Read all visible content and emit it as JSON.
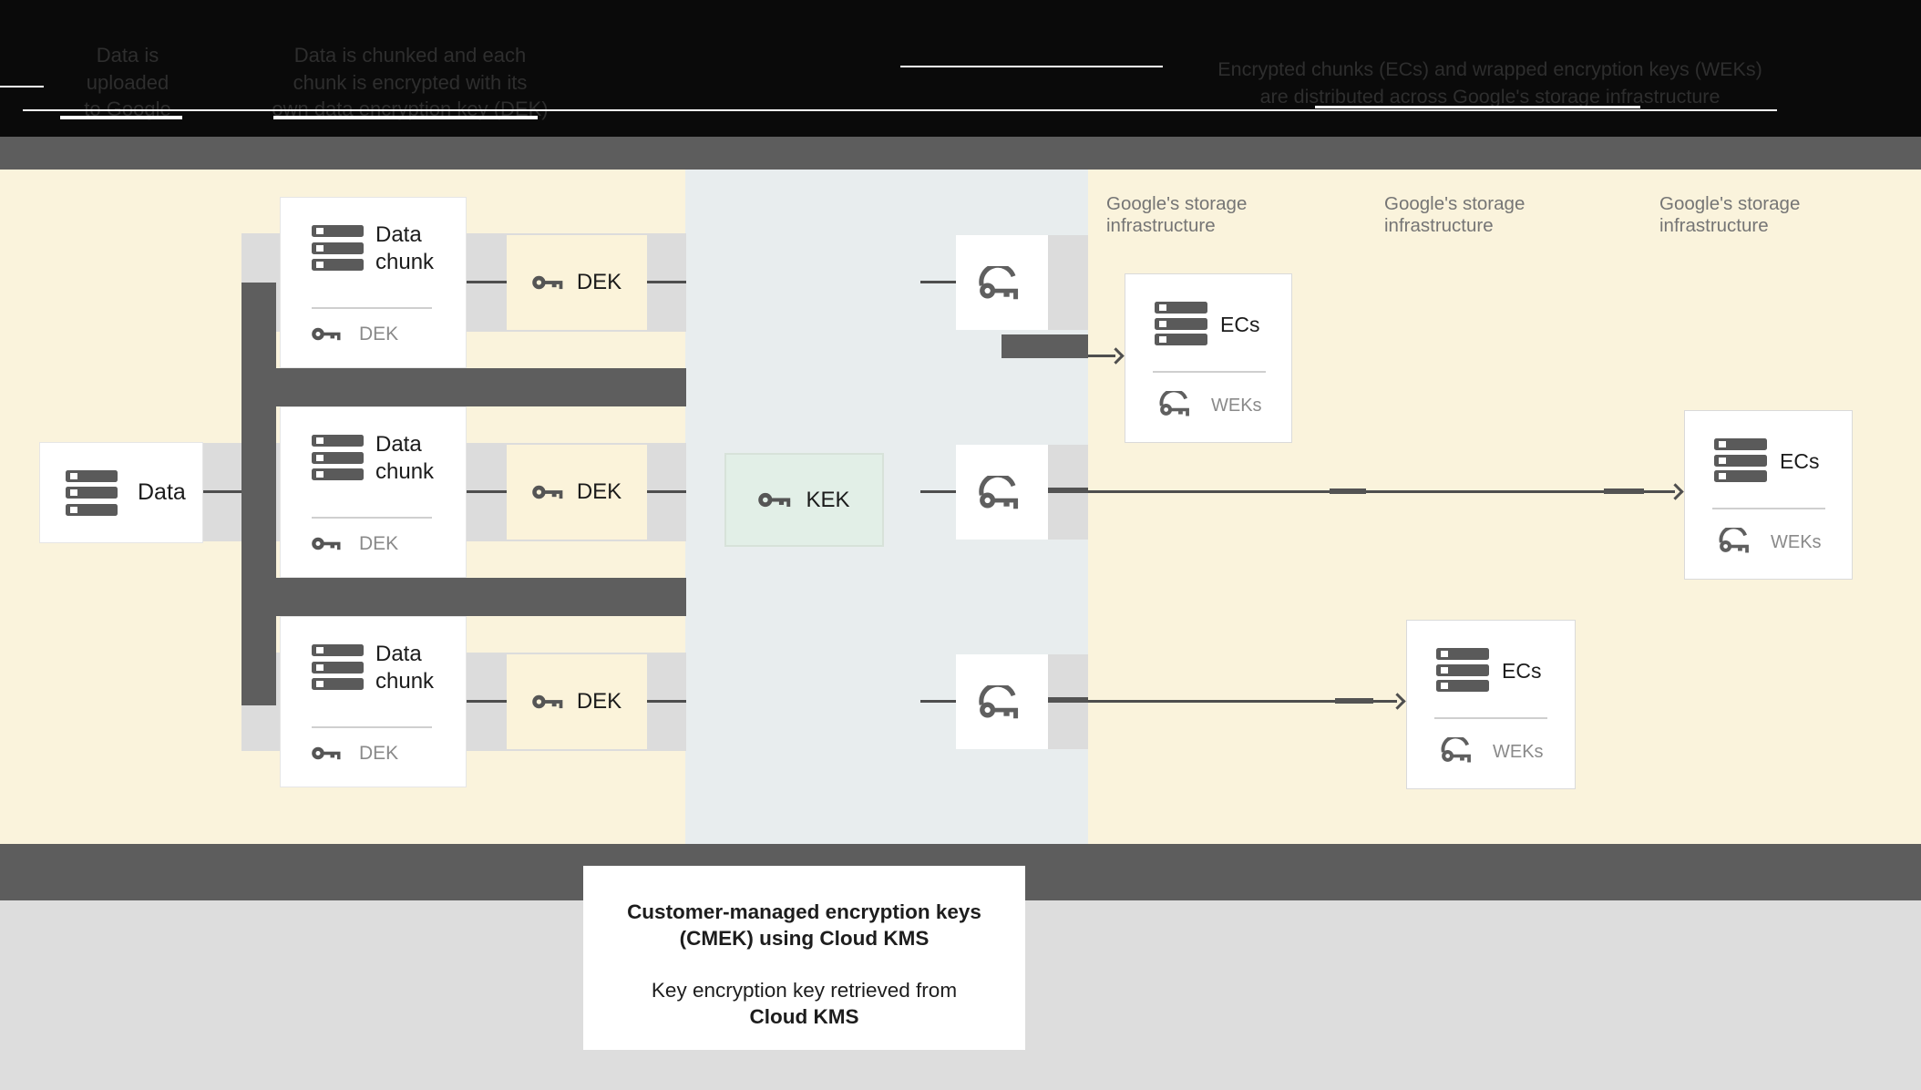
{
  "header": {
    "captions": [
      {
        "lines": [
          "Data is",
          "uploaded",
          "to Google"
        ]
      },
      {
        "lines": [
          "Data is chunked and each",
          "chunk is encrypted with its",
          "own data encryption key (DEK)"
        ]
      },
      {
        "lines": [
          "Encrypted chunks (ECs) and wrapped encryption keys (WEKs)",
          "are distributed across Google's storage infrastructure"
        ]
      }
    ]
  },
  "diagram": {
    "data_box": {
      "label": "Data"
    },
    "rows": [
      {
        "title_line1": "Data",
        "title_line2": "chunk",
        "inner_key_label": "DEK",
        "dek_label": "DEK"
      },
      {
        "title_line1": "Data",
        "title_line2": "chunk",
        "inner_key_label": "DEK",
        "dek_label": "DEK"
      },
      {
        "title_line1": "Data",
        "title_line2": "chunk",
        "inner_key_label": "DEK",
        "dek_label": "DEK"
      }
    ],
    "kek": {
      "label": "KEK"
    },
    "storage_labels": [
      {
        "line1": "Google's storage",
        "line2": "infrastructure"
      },
      {
        "line1": "Google's storage",
        "line2": "infrastructure"
      },
      {
        "line1": "Google's storage",
        "line2": "infrastructure"
      }
    ],
    "ecs": [
      {
        "label": "ECs",
        "keys_label": "WEKs"
      },
      {
        "label": "ECs",
        "keys_label": "WEKs"
      },
      {
        "label": "ECs",
        "keys_label": "WEKs"
      }
    ]
  },
  "footer": {
    "line1": "Customer-managed encryption keys",
    "line2": "(CMEK) using Cloud KMS",
    "line3": "Key encryption key retrieved from",
    "line4": "Cloud KMS"
  },
  "colors": {
    "cream": "#faf3dc",
    "kms_zone": "#e8edee",
    "kek_fill": "#e2efe7",
    "dek_fill": "#fbf3da",
    "dark_gray": "#5d5d5d",
    "light_gray": "#dcdcdc",
    "footer_bg": "#dddddd",
    "icon_gray": "#5a5a5a",
    "line": "#4e4e4e"
  }
}
